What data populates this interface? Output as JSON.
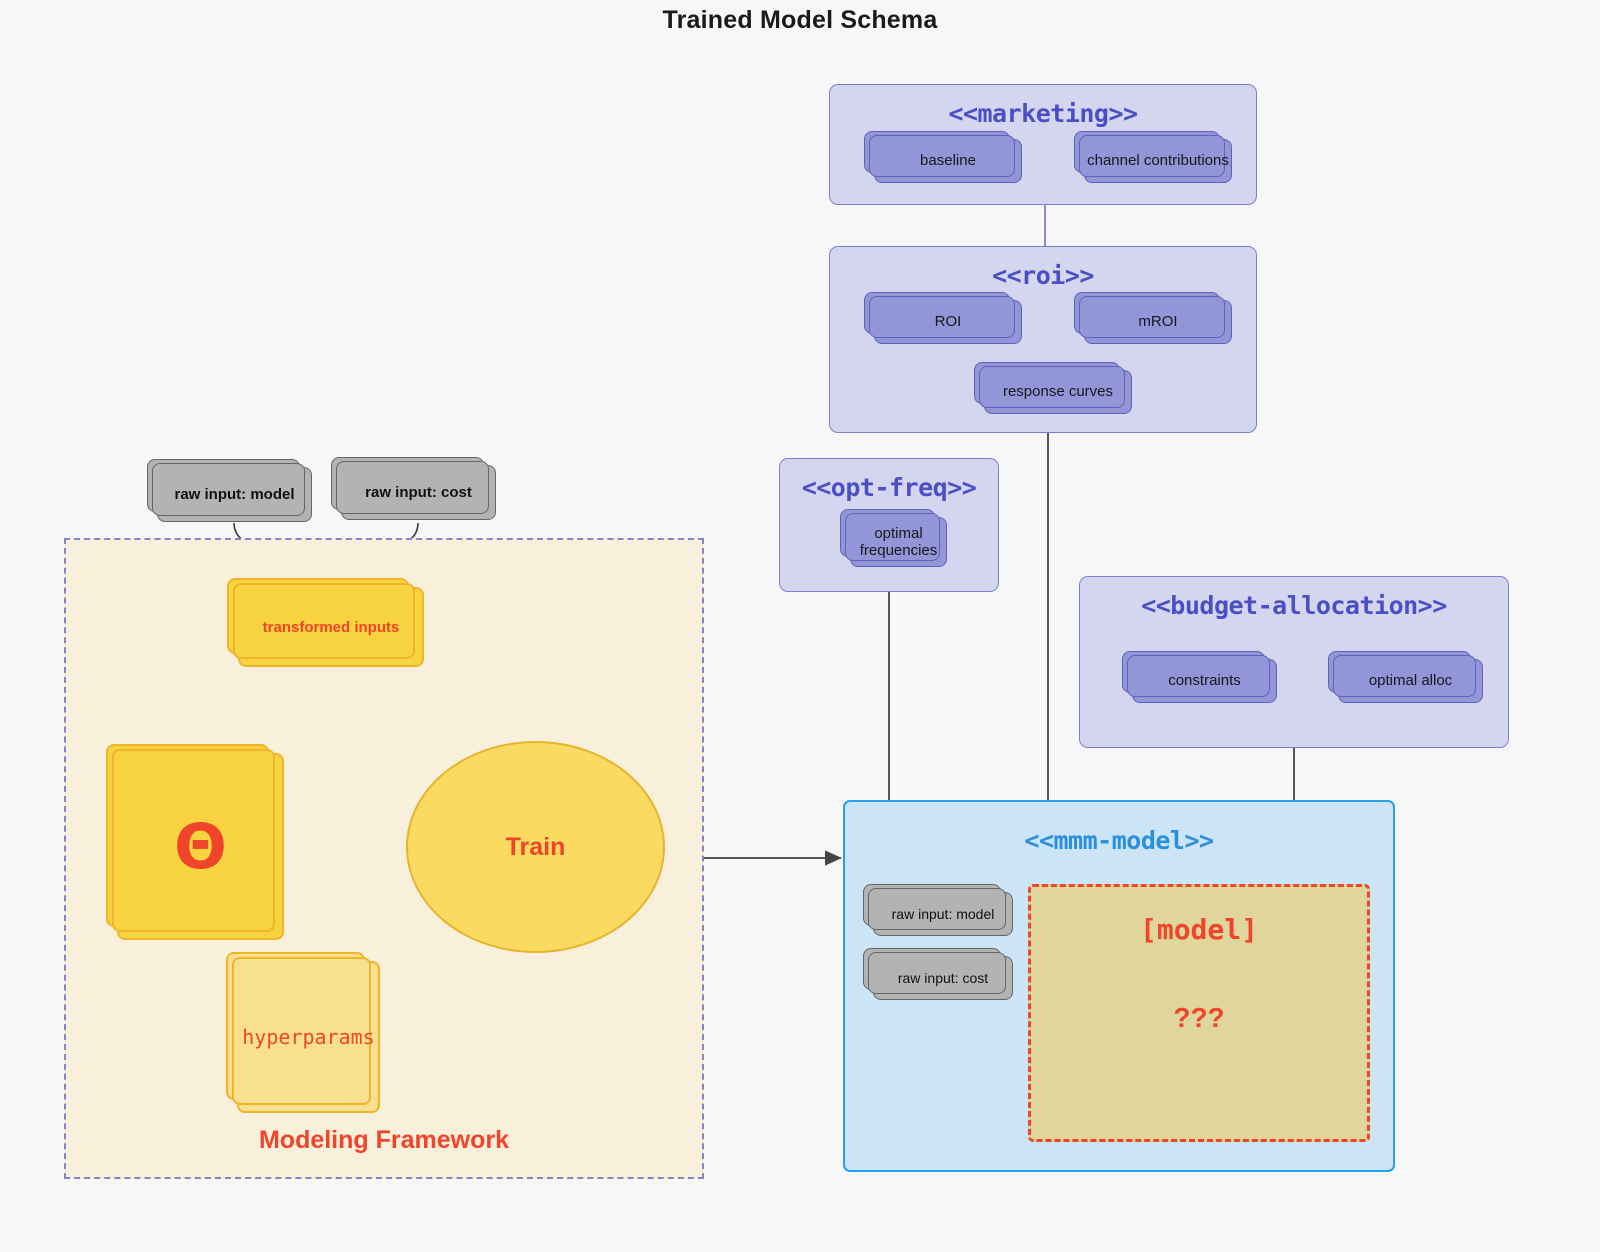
{
  "title": "Trained Model Schema",
  "colors": {
    "background": "#f7f7f7",
    "package_fill": "#d4d5ef",
    "package_stroke": "#7b7fd4",
    "package_title": "#4a4fc4",
    "node_fill": "#9296d8",
    "node_stroke": "#5e63b8",
    "grey_fill": "#b3b3b3",
    "grey_stroke": "#666666",
    "framework_fill": "#f9f0dc",
    "framework_stroke": "#8186c9",
    "accent_red": "#f0452a",
    "yellow_dark": "#f7d33f",
    "yellow_light": "#f9e08e",
    "ellipse_fill": "#fada61",
    "mmm_fill": "#cce5f6",
    "mmm_stroke": "#29a0ee",
    "mmm_title": "#2b8fe0",
    "model_box_fill": "#e0d69c"
  },
  "packages": [
    {
      "id": "marketing",
      "title": "<<marketing>>",
      "nodes": [
        {
          "label": "baseline"
        },
        {
          "label": "channel contributions"
        }
      ],
      "association": "bidirectional"
    },
    {
      "id": "roi",
      "title": "<<roi>>",
      "nodes": [
        {
          "label": "ROI"
        },
        {
          "label": "mROI"
        },
        {
          "label": "response curves"
        }
      ],
      "association": "bidirectional"
    },
    {
      "id": "opt-freq",
      "title": "<<opt-freq>>",
      "nodes": [
        {
          "label": "optimal\nfrequencies",
          "line1": "optimal",
          "line2": "frequencies"
        }
      ],
      "association": "none"
    },
    {
      "id": "budget-allocation",
      "title": "<<budget-allocation>>",
      "nodes": [
        {
          "label": "constraints"
        },
        {
          "label": "optimal alloc"
        }
      ],
      "association": "bidirectional"
    }
  ],
  "external_inputs": [
    {
      "label": "raw input: model"
    },
    {
      "label": "raw input: cost"
    }
  ],
  "framework": {
    "label": "Modeling Framework",
    "transformed_inputs": "transformed inputs",
    "theta": "Θ",
    "train": "Train",
    "hyperparams": "hyperparams"
  },
  "mmm_model": {
    "title": "<<mmm-model>>",
    "inputs": [
      {
        "label": "raw input: model"
      },
      {
        "label": "raw input: cost"
      }
    ],
    "model_label": "[model]",
    "model_unknown": "???"
  }
}
